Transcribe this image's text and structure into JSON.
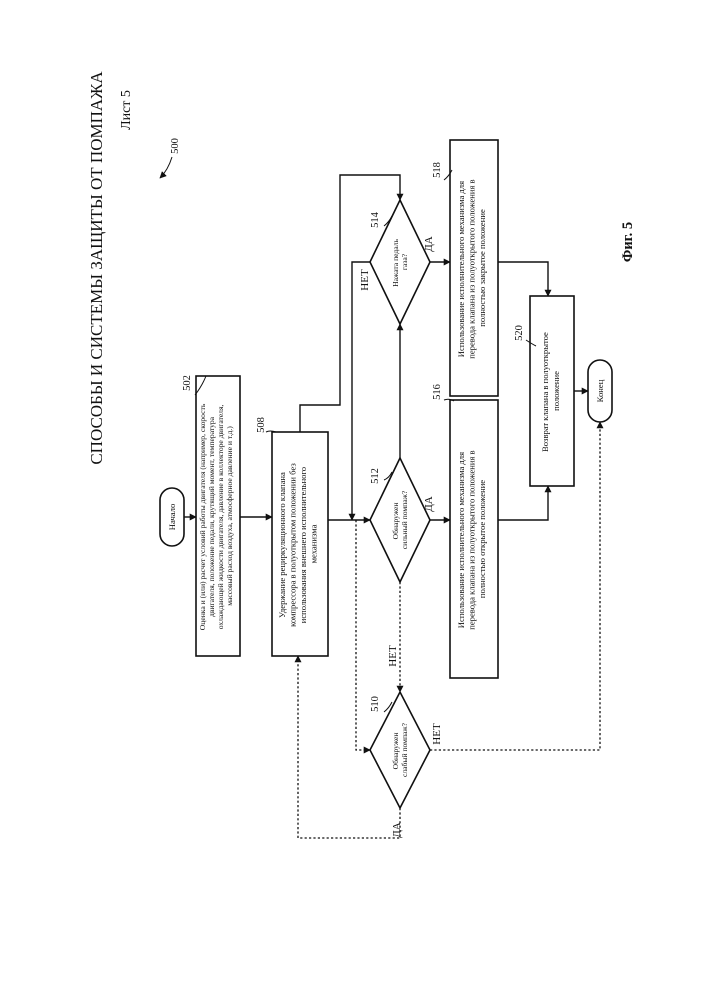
{
  "header": {
    "title": "СПОСОБЫ И СИСТЕМЫ ЗАЩИТЫ ОТ ПОМПАЖА",
    "sheet": "Лист 5"
  },
  "figure_ref": "500",
  "figure_caption": "Фиг. 5",
  "nodes": {
    "start": {
      "label": "Начало"
    },
    "end": {
      "label": "Конец"
    },
    "n502": {
      "ref": "502",
      "lines": [
        "Оценка и (или) расчет условий работы двигателя (например, скорость",
        "двигателя, положение педали, крутящий момент, температура",
        "охлаждающей жидкости двигателя, давление в коллекторе двигателя,",
        "массовый расход воздуха, атмосферное давление и т.д.)"
      ]
    },
    "n508": {
      "ref": "508",
      "lines": [
        "Удержание рециркуляционного клапана",
        "компрессора в полуоткрытом положении без",
        "использования внешнего исполнительного",
        "механизма"
      ]
    },
    "n510": {
      "ref": "510",
      "lines": [
        "Обнаружен",
        "слабый помпаж?"
      ]
    },
    "n512": {
      "ref": "512",
      "lines": [
        "Обнаружен",
        "сильный помпаж?"
      ]
    },
    "n514": {
      "ref": "514",
      "lines": [
        "Нажата педаль",
        "газа?"
      ]
    },
    "n516": {
      "ref": "516",
      "lines": [
        "Использование исполнительного механизма для",
        "перевода клапана из полуоткрытого положения в",
        "полностью открытое положение"
      ]
    },
    "n518": {
      "ref": "518",
      "lines": [
        "Использование исполнительного механизма для",
        "перевода клапана из полуоткрытого положения в",
        "полностью закрытое положение"
      ]
    },
    "n520": {
      "ref": "520",
      "lines": [
        "Возврат клапана в полуоткрытое",
        "положение"
      ]
    }
  },
  "edge_labels": {
    "yes": "ДА",
    "no": "НЕТ"
  }
}
